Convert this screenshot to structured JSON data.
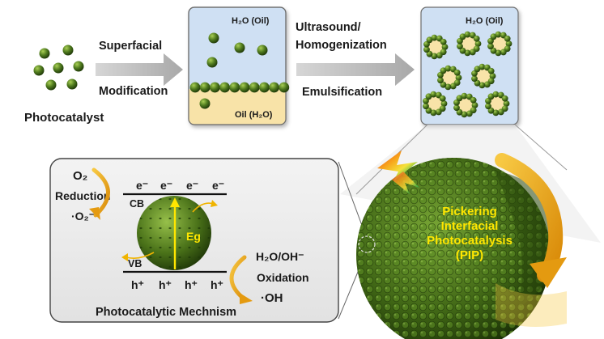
{
  "top_row": {
    "photocatalyst_label": "Photocatalyst",
    "step1_line1": "Superfacial",
    "step1_line2": "Modification",
    "box1_top_phase": "H₂O (Oil)",
    "box1_bottom_phase": "Oil (H₂O)",
    "step2_line1": "Ultrasound/",
    "step2_line2": "Homogenization",
    "step2_line3": "Emulsification",
    "box2_phase": "H₂O (Oil)"
  },
  "mechanism": {
    "title": "Photocatalytic Mechnism",
    "reactant_top": "O₂",
    "reduction_label": "Reduction",
    "product_top": "·O₂⁻",
    "electron": "e⁻",
    "cb_label": "CB",
    "vb_label": "VB",
    "gap_label": "Eg",
    "hole": "h⁺",
    "reactant_bottom": "H₂O/OH⁻",
    "oxidation_label": "Oxidation",
    "product_bottom": "·OH"
  },
  "droplet": {
    "label_line1": "Pickering",
    "label_line2": "Interfacial",
    "label_line3": "Photocatalysis",
    "label_line4": "(PIP)"
  },
  "colors": {
    "particle_green": "#4f7a1e",
    "water_blue": "#cfe0f3",
    "oil_yellow": "#f8e3a8",
    "arrow_gray": "#b9b9b9",
    "arrow_gold": "#e8a317",
    "panel_gray": "#ededed",
    "pip_label_yellow": "#ffe600"
  }
}
